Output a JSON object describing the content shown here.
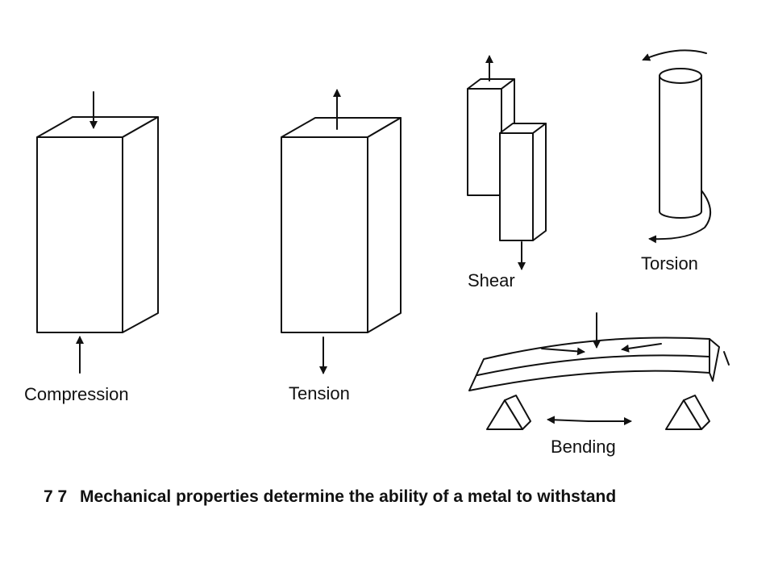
{
  "labels": {
    "compression": "Compression",
    "tension": "Tension",
    "shear": "Shear",
    "torsion": "Torsion",
    "bending": "Bending"
  },
  "caption": {
    "number": "7 7",
    "text": "Mechanical properties determine the ability of a metal to withstand"
  },
  "colors": {
    "ink": "#111111",
    "background": "#ffffff"
  }
}
